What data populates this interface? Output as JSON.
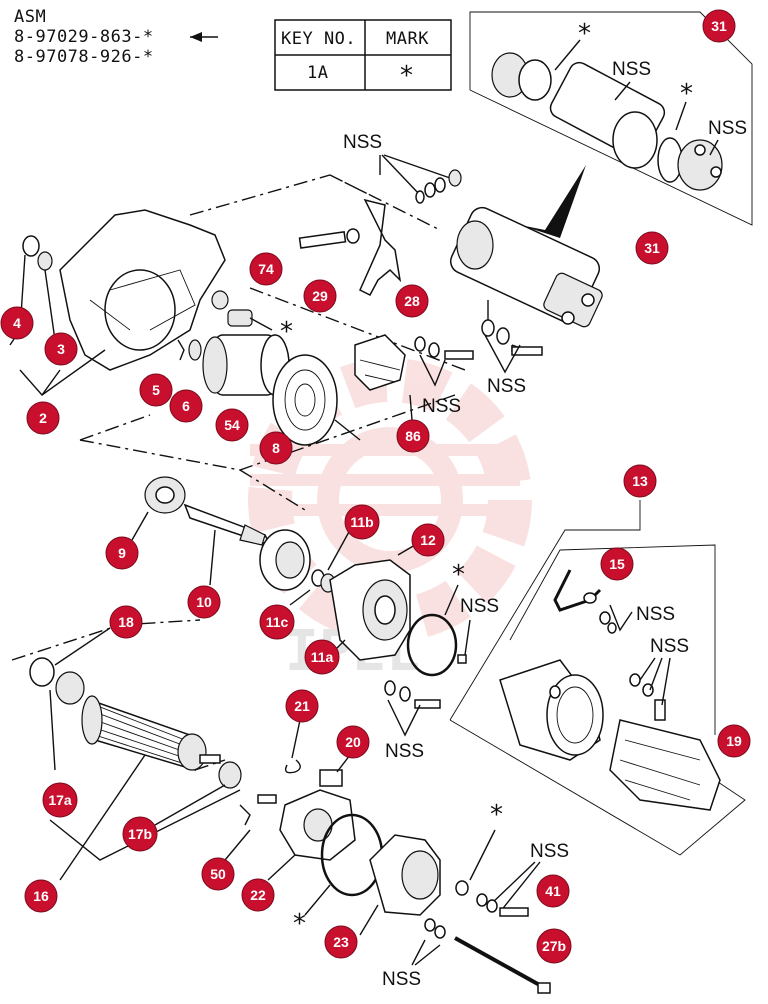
{
  "header": {
    "asm_label": "ASM",
    "part_numbers": [
      "8-97029-863-*",
      "8-97078-926-*"
    ]
  },
  "key_table": {
    "headers": [
      "KEY NO.",
      "MARK"
    ],
    "rows": [
      [
        "1A",
        "*"
      ]
    ]
  },
  "not_serviced_label": "NSS",
  "mark_symbol": "*",
  "watermark_text": "IPEL",
  "callouts": [
    {
      "id": "c-31a",
      "label": "31"
    },
    {
      "id": "c-31b",
      "label": "31"
    },
    {
      "id": "c-74",
      "label": "74"
    },
    {
      "id": "c-29",
      "label": "29"
    },
    {
      "id": "c-28",
      "label": "28"
    },
    {
      "id": "c-4",
      "label": "4"
    },
    {
      "id": "c-3",
      "label": "3"
    },
    {
      "id": "c-2",
      "label": "2"
    },
    {
      "id": "c-5",
      "label": "5"
    },
    {
      "id": "c-6",
      "label": "6"
    },
    {
      "id": "c-54",
      "label": "54"
    },
    {
      "id": "c-8",
      "label": "8"
    },
    {
      "id": "c-86",
      "label": "86"
    },
    {
      "id": "c-13",
      "label": "13"
    },
    {
      "id": "c-9",
      "label": "9"
    },
    {
      "id": "c-10",
      "label": "10"
    },
    {
      "id": "c-11b",
      "label": "11b"
    },
    {
      "id": "c-12",
      "label": "12"
    },
    {
      "id": "c-11c",
      "label": "11c"
    },
    {
      "id": "c-11a",
      "label": "11a"
    },
    {
      "id": "c-15",
      "label": "15"
    },
    {
      "id": "c-18",
      "label": "18"
    },
    {
      "id": "c-19",
      "label": "19"
    },
    {
      "id": "c-21",
      "label": "21"
    },
    {
      "id": "c-20",
      "label": "20"
    },
    {
      "id": "c-17a",
      "label": "17a"
    },
    {
      "id": "c-17b",
      "label": "17b"
    },
    {
      "id": "c-50",
      "label": "50"
    },
    {
      "id": "c-22",
      "label": "22"
    },
    {
      "id": "c-16",
      "label": "16"
    },
    {
      "id": "c-41",
      "label": "41"
    },
    {
      "id": "c-23",
      "label": "23"
    },
    {
      "id": "c-27b",
      "label": "27b"
    }
  ]
}
